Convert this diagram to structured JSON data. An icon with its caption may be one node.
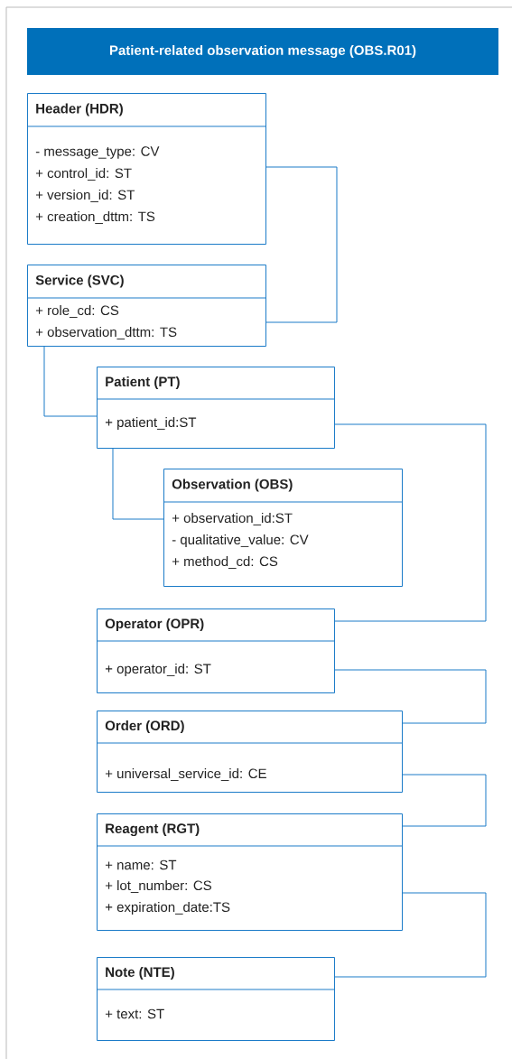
{
  "diagram": {
    "title": "Patient-related observation message (OBS.R01)",
    "nodes": [
      {
        "text": [
          "Header (HDR)",
          "- message_type: CV",
          "+ control_id: ST",
          "+ version_id: ST",
          "+ creation_dttm: TS"
        ]
      },
      {
        "text": [
          "Service (SVC)",
          "+ role_cd: CS",
          "+ observation_dttm: TS"
        ]
      },
      {
        "text": [
          "Patient (PT)",
          "+ patient_id:ST"
        ]
      },
      {
        "text": [
          "Observation (OBS)",
          "+ observation_id:ST",
          "- qualitative_value: CV",
          "+ method_cd: CS"
        ]
      },
      {
        "text": [
          "Operator (OPR)",
          "+ operator_id: ST"
        ]
      },
      {
        "text": [
          "Order (ORD)",
          "+ universal_service_id: CE"
        ]
      },
      {
        "text": [
          "Reagent (RGT)",
          "+ name: ST",
          "+ lot_number: CS",
          "+ expiration_date:TS"
        ]
      },
      {
        "text": [
          "Note (NTE)",
          "+ text: ST"
        ]
      }
    ],
    "edges": [
      {
        "from": 0,
        "to": 1,
        "arrow": "none"
      },
      {
        "from": 1,
        "to": 2,
        "arrow": "none"
      },
      {
        "from": 2,
        "to": 3,
        "arrow": "none"
      },
      {
        "from": 2,
        "to": 4,
        "arrow": "none"
      },
      {
        "from": 4,
        "to": 5,
        "arrow": "none"
      },
      {
        "from": 5,
        "to": 6,
        "arrow": "none"
      },
      {
        "from": 6,
        "to": 7,
        "arrow": "none"
      }
    ]
  }
}
